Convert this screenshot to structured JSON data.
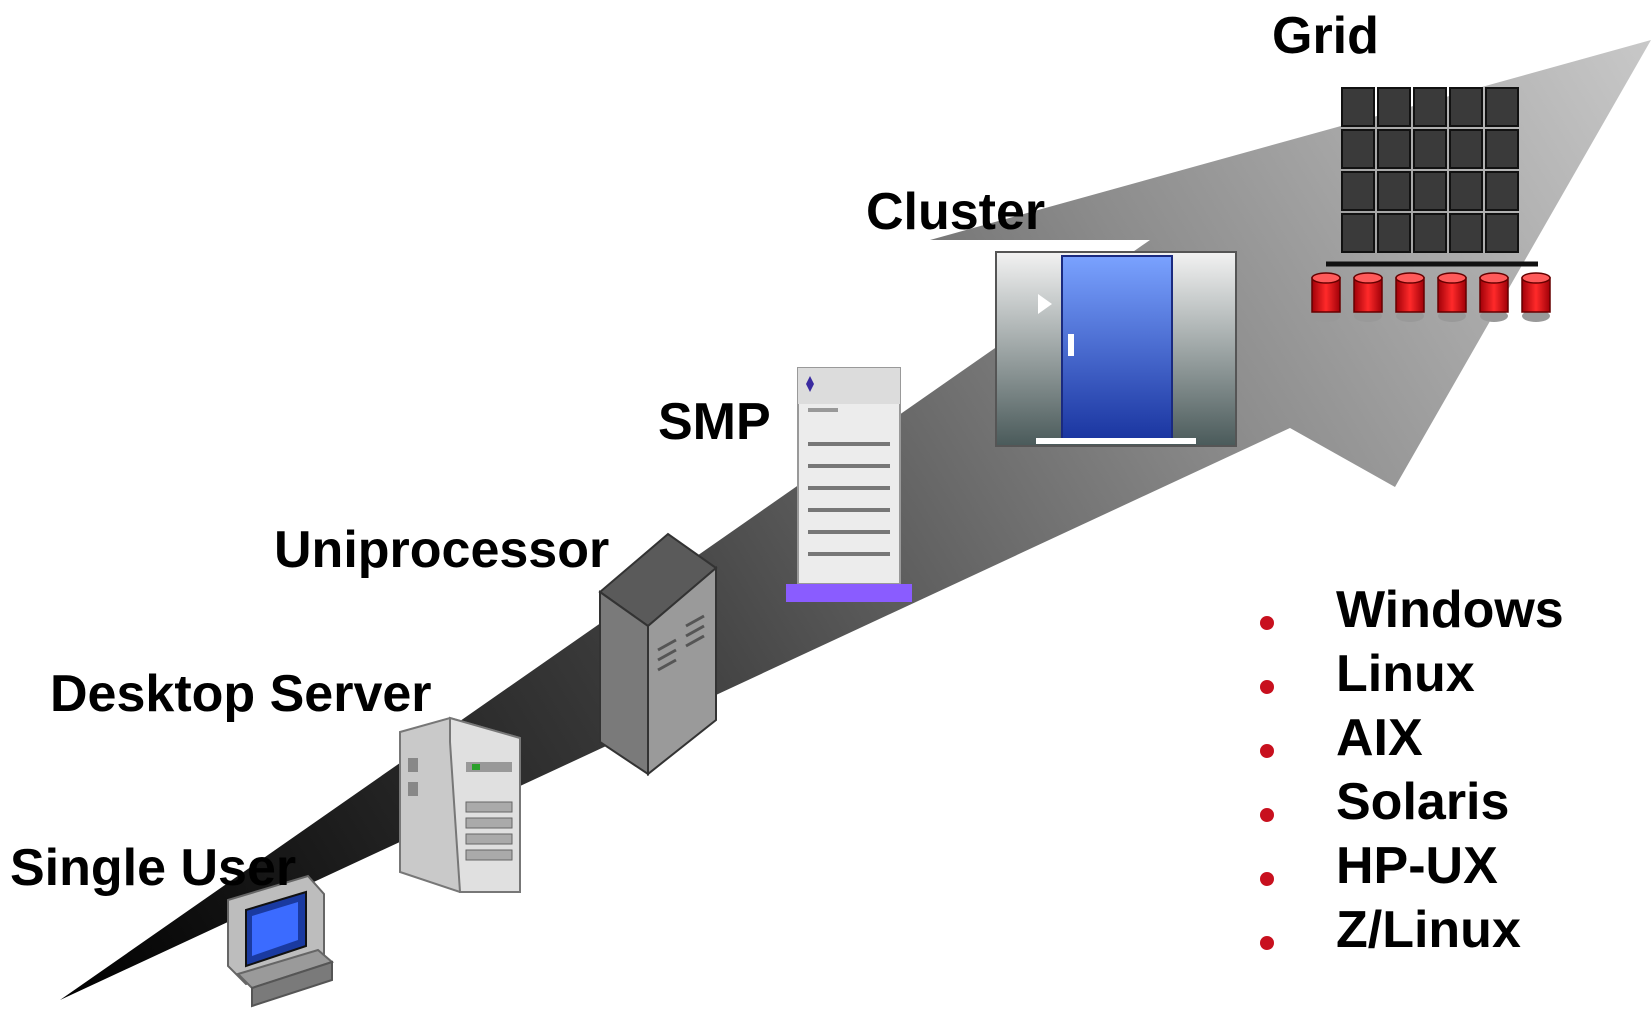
{
  "labels": {
    "single_user": "Single User",
    "desktop_server": "Desktop Server",
    "uniprocessor": "Uniprocessor",
    "smp": "SMP",
    "cluster": "Cluster",
    "grid": "Grid"
  },
  "os_list": [
    "Windows",
    "Linux",
    "AIX",
    "Solaris",
    "HP-UX",
    "Z/Linux"
  ],
  "icons": {
    "single_user": "monitor-icon",
    "desktop_server": "tower-server-icon",
    "uniprocessor": "rack-server-icon",
    "smp": "smp-server-icon",
    "cluster": "cluster-cabinet-icon",
    "grid": "grid-storage-icon"
  },
  "colors": {
    "bullet": "#c8101e",
    "cluster_door": "#2a4fc8",
    "smp_base": "#8a5cff",
    "grid_disk": "#e0141e"
  }
}
